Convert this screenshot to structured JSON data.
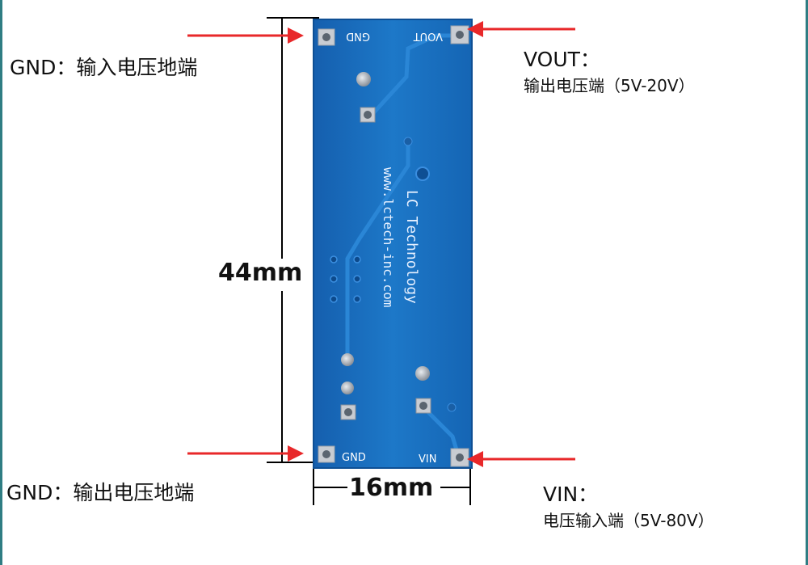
{
  "colors": {
    "pcb_blue": "#1a6fbf",
    "pad_silver": "#c8ccd2",
    "arrow_red": "#e8282a",
    "edge_teal": "#2f7d83"
  },
  "board": {
    "pad_gnd_top": "GND",
    "pad_vout": "VOUT",
    "pad_gnd_bottom": "GND",
    "pad_vin": "VIN",
    "brand": "LC Technology",
    "url": "www.lctech-inc.com"
  },
  "labels": {
    "gnd_input": "GND：输入电压地端",
    "vout_title": "VOUT：",
    "vout_desc": "输出电压端（5V-20V）",
    "gnd_output": "GND：输出电压地端",
    "vin_title": "VIN：",
    "vin_desc": "电压输入端（5V-80V）"
  },
  "dimensions": {
    "height": "44mm",
    "width": "16mm"
  }
}
